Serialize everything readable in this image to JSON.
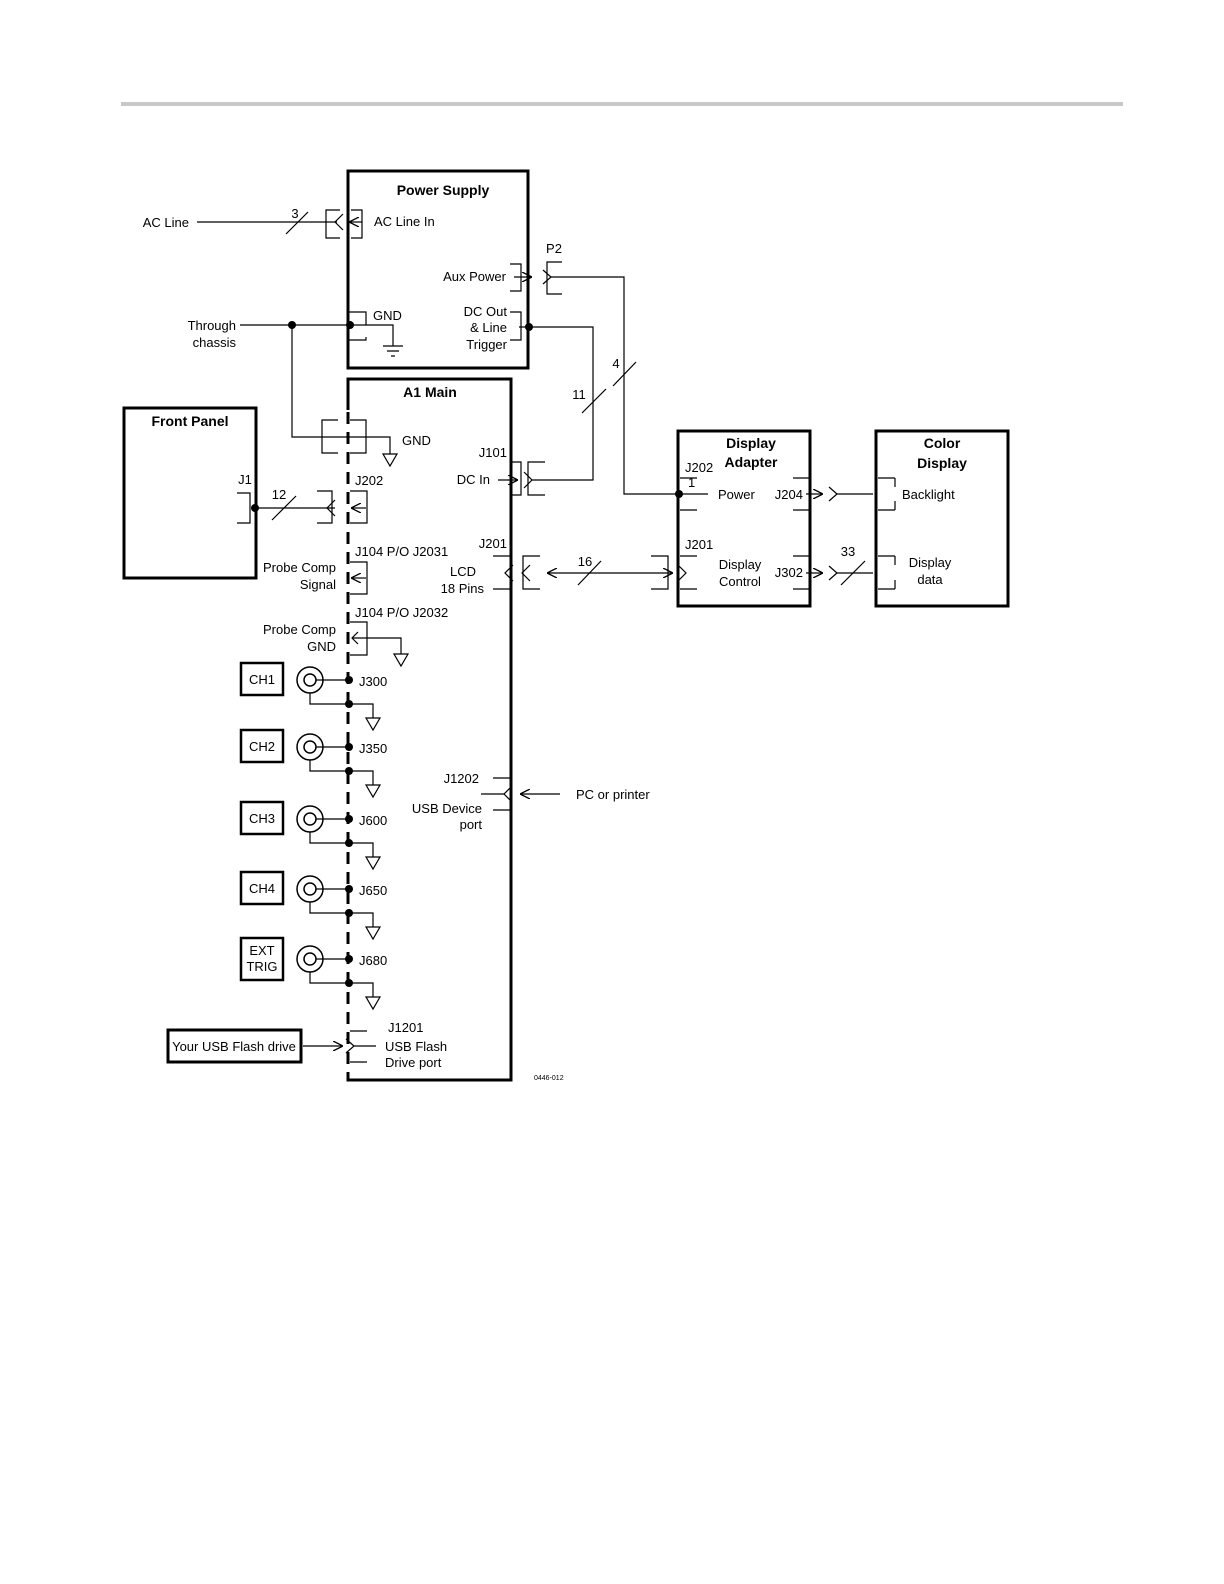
{
  "blocks": {
    "power_supply": "Power Supply",
    "a1_main": "A1 Main",
    "front_panel": "Front Panel",
    "display_adapter": [
      "Display",
      "Adapter"
    ],
    "color_display": [
      "Color",
      "Display"
    ]
  },
  "power_supply": {
    "ac_line": "AC Line",
    "ac_line_bus": "3",
    "ac_line_in": "AC Line In",
    "aux_power": "Aux Power",
    "p2": "P2",
    "gnd": "GND",
    "through_chassis": [
      "Through",
      "chassis"
    ],
    "dc_out": [
      "DC Out",
      "& Line",
      "Trigger"
    ],
    "bus_4": "4",
    "bus_11": "11"
  },
  "a1_main": {
    "gnd": "GND",
    "j202": "J202",
    "j101": "J101",
    "dc_in": "DC In",
    "j201": "J201",
    "lcd": [
      "LCD",
      "18 Pins"
    ],
    "j104_2031": "J104 P/O J2031",
    "probe_comp_signal": [
      "Probe Comp",
      "Signal"
    ],
    "j104_2032": "J104 P/O J2032",
    "probe_comp_gnd": [
      "Probe Comp",
      "GND"
    ],
    "j1202": "J1202",
    "usb_device": [
      "USB Device",
      "port"
    ],
    "pc_or_printer": "PC or printer",
    "j1201": "J1201",
    "usb_flash": [
      "USB Flash",
      "Drive port"
    ]
  },
  "front_panel": {
    "j1": "J1",
    "bus_12": "12"
  },
  "display_adapter": {
    "j202": "J202",
    "pin1": "1",
    "power": "Power",
    "j204": "J204",
    "j201": "J201",
    "display_control": [
      "Display",
      "Control"
    ],
    "j302": "J302",
    "bus_16": "16",
    "bus_33": "33"
  },
  "color_display": {
    "backlight": "Backlight",
    "display_data": [
      "Display",
      "data"
    ]
  },
  "inputs": [
    {
      "name": [
        "CH1"
      ],
      "connector": "J300"
    },
    {
      "name": [
        "CH2"
      ],
      "connector": "J350"
    },
    {
      "name": [
        "CH3"
      ],
      "connector": "J600"
    },
    {
      "name": [
        "CH4"
      ],
      "connector": "J650"
    },
    {
      "name": [
        "EXT",
        "TRIG"
      ],
      "connector": "J680"
    }
  ],
  "usb_flash_drive": "Your USB Flash drive",
  "figure_code": "0446-012"
}
